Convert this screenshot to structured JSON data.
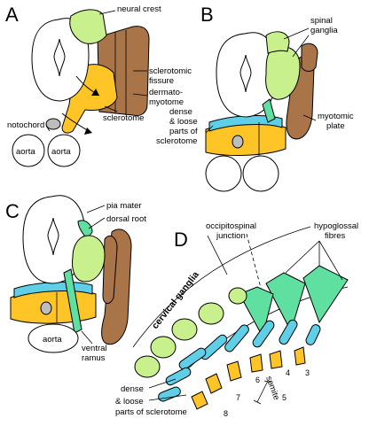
{
  "panels": {
    "a": {
      "letter": "A",
      "labels": {
        "neural_crest": "neural crest",
        "sclerotomic_fissure_1": "sclerotomic",
        "sclerotomic_fissure_2": "fissure",
        "dermatomyotome_1": "dermato-",
        "dermatomyotome_2": "myotome",
        "sclerotome": "sclerotome",
        "notochord": "notochord",
        "aorta_left": "aorta",
        "aorta_right": "aorta"
      }
    },
    "b": {
      "letter": "B",
      "labels": {
        "spinal_ganglia_1": "spinal",
        "spinal_ganglia_2": "ganglia",
        "dense_loose_1": "dense",
        "dense_loose_2": "& loose",
        "dense_loose_3": "parts of",
        "dense_loose_4": "sclerotome",
        "myotomic_plate_1": "myotomic",
        "myotomic_plate_2": "plate"
      }
    },
    "c": {
      "letter": "C",
      "labels": {
        "pia_mater": "pia mater",
        "dorsal_root": "dorsal root",
        "aorta": "aorta",
        "ventral_ramus_1": "ventral",
        "ventral_ramus_2": "ramus"
      }
    },
    "d": {
      "letter": "D",
      "labels": {
        "occipitospinal_1": "occipitospinal",
        "occipitospinal_2": "junction",
        "hypoglossal_1": "hypoglossal",
        "hypoglossal_2": "fibres",
        "cervical_ganglia": "cervical ganglia",
        "dense": "dense",
        "loose_1": "& loose",
        "loose_2": "parts of sclerotome",
        "somite": "somite",
        "n3": "3",
        "n4": "4",
        "n5": "5",
        "n6": "6",
        "n7": "7",
        "n8": "8"
      }
    }
  },
  "colors": {
    "neural_tube": "#ffffff",
    "neural_crest_ganglia": "#c8f08c",
    "dermatomyotome": "#a87448",
    "sclerotome": "#ffc426",
    "notochord": "#bdbdbd",
    "dense_band_cyan": "#5fcfe8",
    "hypoglossal_green": "#5fe0a0"
  }
}
